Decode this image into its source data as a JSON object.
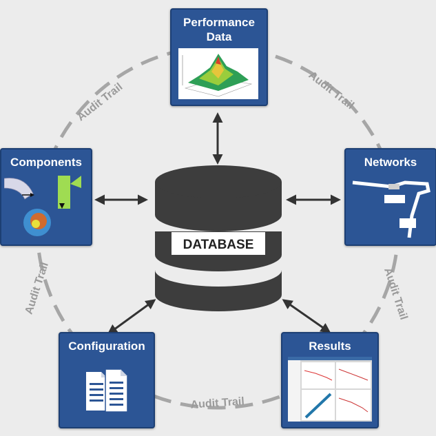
{
  "database": {
    "label": "DATABASE"
  },
  "nodes": {
    "performance": {
      "title_line1": "Performance",
      "title_line2": "Data"
    },
    "components": {
      "title": "Components"
    },
    "networks": {
      "title": "Networks"
    },
    "configuration": {
      "title": "Configuration"
    },
    "results": {
      "title": "Results"
    }
  },
  "audit_trail_label": "Audit Trail",
  "colors": {
    "card": "#2c5595",
    "database": "#3d3d3d",
    "ring": "#a6a6a6",
    "background": "#ececec"
  }
}
